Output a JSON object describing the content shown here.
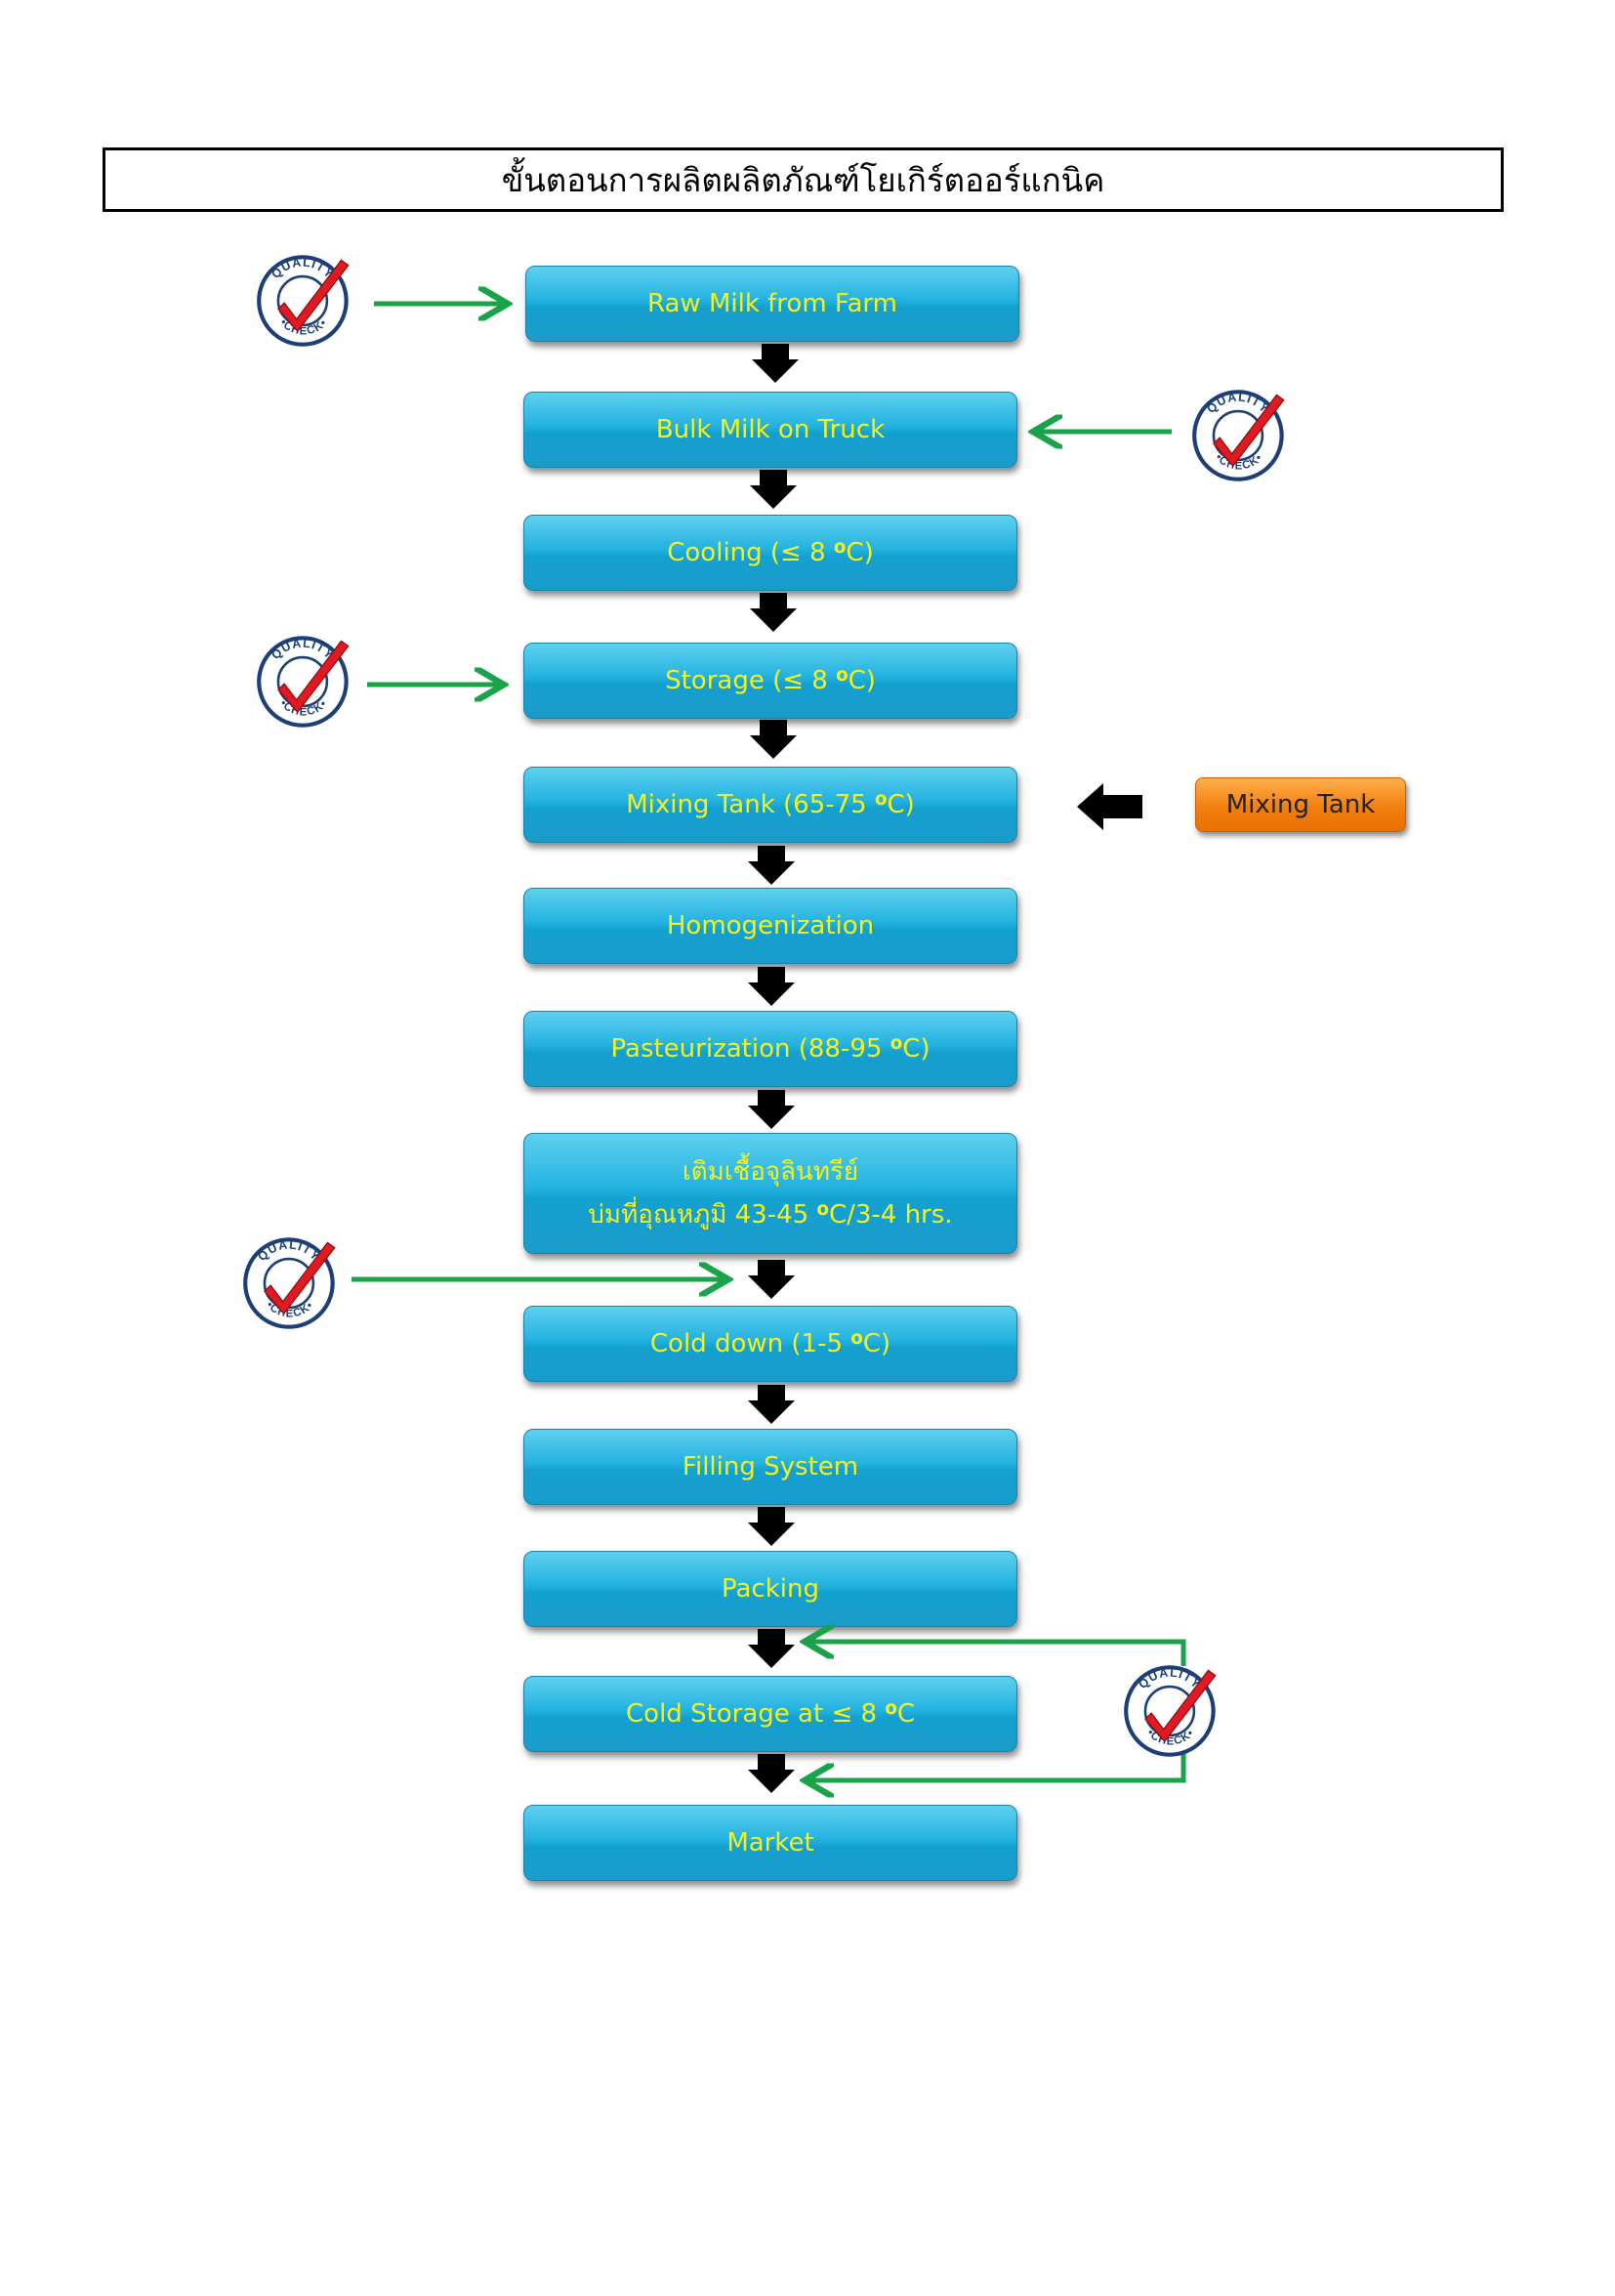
{
  "title": "ขั้นตอนการผลิตผลิตภัณฑ์โยเกิร์ตออร์แกนิค",
  "steps": [
    {
      "label": "Raw Milk from Farm"
    },
    {
      "label": "Bulk Milk on Truck"
    },
    {
      "label": "Cooling (≤ 8 ",
      "sup": "o",
      "suffix": "C)"
    },
    {
      "label": "Storage (≤ 8 ",
      "sup": "o",
      "suffix": "C)"
    },
    {
      "label": "Mixing Tank (65-75 ",
      "sup": "o",
      "suffix": "C)"
    },
    {
      "label": "Homogenization"
    },
    {
      "label": "Pasteurization (88-95 ",
      "sup": "o",
      "suffix": "C)"
    },
    {
      "line1": "เติมเชื้อจุลินทรีย์",
      "label": "บ่มที่อุณหภูมิ 43-45 ",
      "sup": "o",
      "suffix": "C/3-4 hrs."
    },
    {
      "label": "Cold down (1-5 ",
      "sup": "o",
      "suffix": "C)"
    },
    {
      "label": "Filling System"
    },
    {
      "label": "Packing"
    },
    {
      "label": "Cold Storage at ≤ 8 ",
      "sup": "o",
      "suffix": "C"
    },
    {
      "label": "Market"
    }
  ],
  "side_input": {
    "label": "Mixing Tank"
  },
  "quality_badge": {
    "top_text": "QUALITY",
    "bottom_text": "CHECK",
    "icon": "quality-check-icon"
  },
  "colors": {
    "step_fill": "#1fa9da",
    "step_text": "#f4f21c",
    "side_fill": "#f37f10",
    "arrow_green": "#1aa34a",
    "arrow_black": "#000000",
    "check_red": "#e01a22",
    "badge_blue": "#1c3f78"
  }
}
